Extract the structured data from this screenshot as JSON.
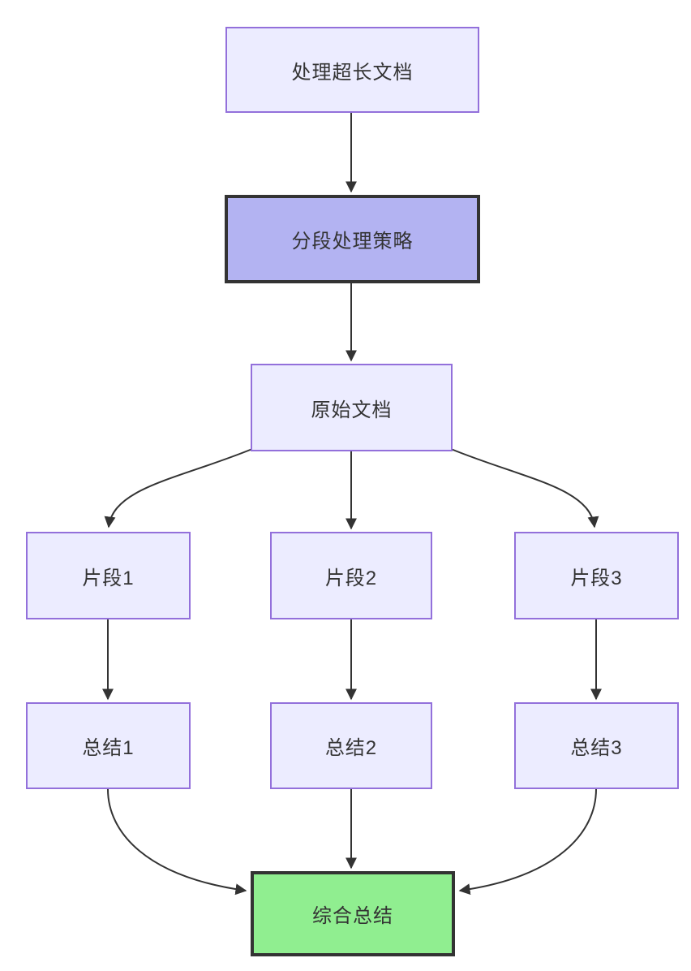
{
  "diagram": {
    "type": "flowchart",
    "direction": "top-down",
    "nodes": [
      {
        "id": "process",
        "label": "处理超长文档",
        "style": "default"
      },
      {
        "id": "strategy",
        "label": "分段处理策略",
        "style": "emphasis"
      },
      {
        "id": "original",
        "label": "原始文档",
        "style": "default"
      },
      {
        "id": "segment1",
        "label": "片段1",
        "style": "default"
      },
      {
        "id": "segment2",
        "label": "片段2",
        "style": "default"
      },
      {
        "id": "segment3",
        "label": "片段3",
        "style": "default"
      },
      {
        "id": "summary1",
        "label": "总结1",
        "style": "default"
      },
      {
        "id": "summary2",
        "label": "总结2",
        "style": "default"
      },
      {
        "id": "summary3",
        "label": "总结3",
        "style": "default"
      },
      {
        "id": "final",
        "label": "综合总结",
        "style": "success"
      }
    ],
    "edges": [
      {
        "from": "process",
        "to": "strategy"
      },
      {
        "from": "strategy",
        "to": "original"
      },
      {
        "from": "original",
        "to": "segment1"
      },
      {
        "from": "original",
        "to": "segment2"
      },
      {
        "from": "original",
        "to": "segment3"
      },
      {
        "from": "segment1",
        "to": "summary1"
      },
      {
        "from": "segment2",
        "to": "summary2"
      },
      {
        "from": "segment3",
        "to": "summary3"
      },
      {
        "from": "summary1",
        "to": "final"
      },
      {
        "from": "summary2",
        "to": "final"
      },
      {
        "from": "summary3",
        "to": "final"
      }
    ],
    "colors": {
      "node_fill": "#ECECFF",
      "node_border": "#9370DB",
      "emphasis_fill": "#B3B3F2",
      "emphasis_border": "#333333",
      "success_fill": "#90EE90",
      "success_border": "#333333",
      "edge": "#333333",
      "text": "#333333",
      "background": "#FFFFFF"
    }
  }
}
